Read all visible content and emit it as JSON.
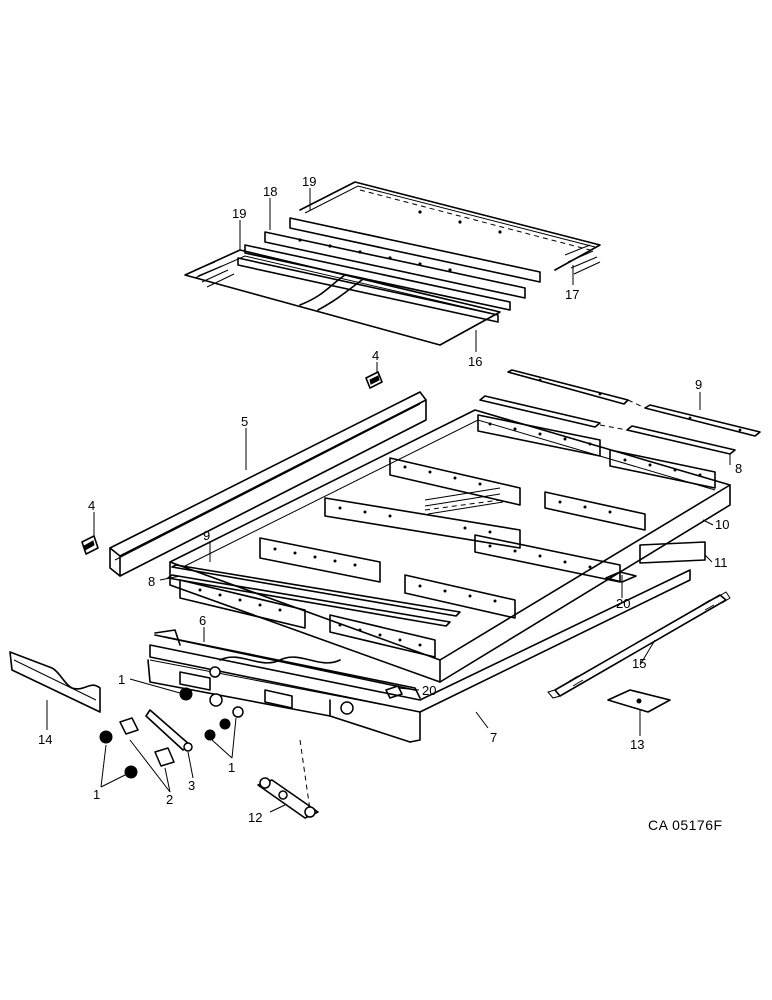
{
  "figure_code": "CA 05176F",
  "callouts": {
    "c1a": "1",
    "c1b": "1",
    "c1c": "1",
    "c2": "2",
    "c3": "3",
    "c4a": "4",
    "c4b": "4",
    "c5": "5",
    "c6": "6",
    "c7": "7",
    "c8a": "8",
    "c8b": "8",
    "c9a": "9",
    "c9b": "9",
    "c10": "10",
    "c11": "11",
    "c12": "12",
    "c13": "13",
    "c14": "14",
    "c15": "15",
    "c16": "16",
    "c17": "17",
    "c18": "18",
    "c19a": "19",
    "c19b": "19",
    "c20a": "20",
    "c20b": "20"
  }
}
